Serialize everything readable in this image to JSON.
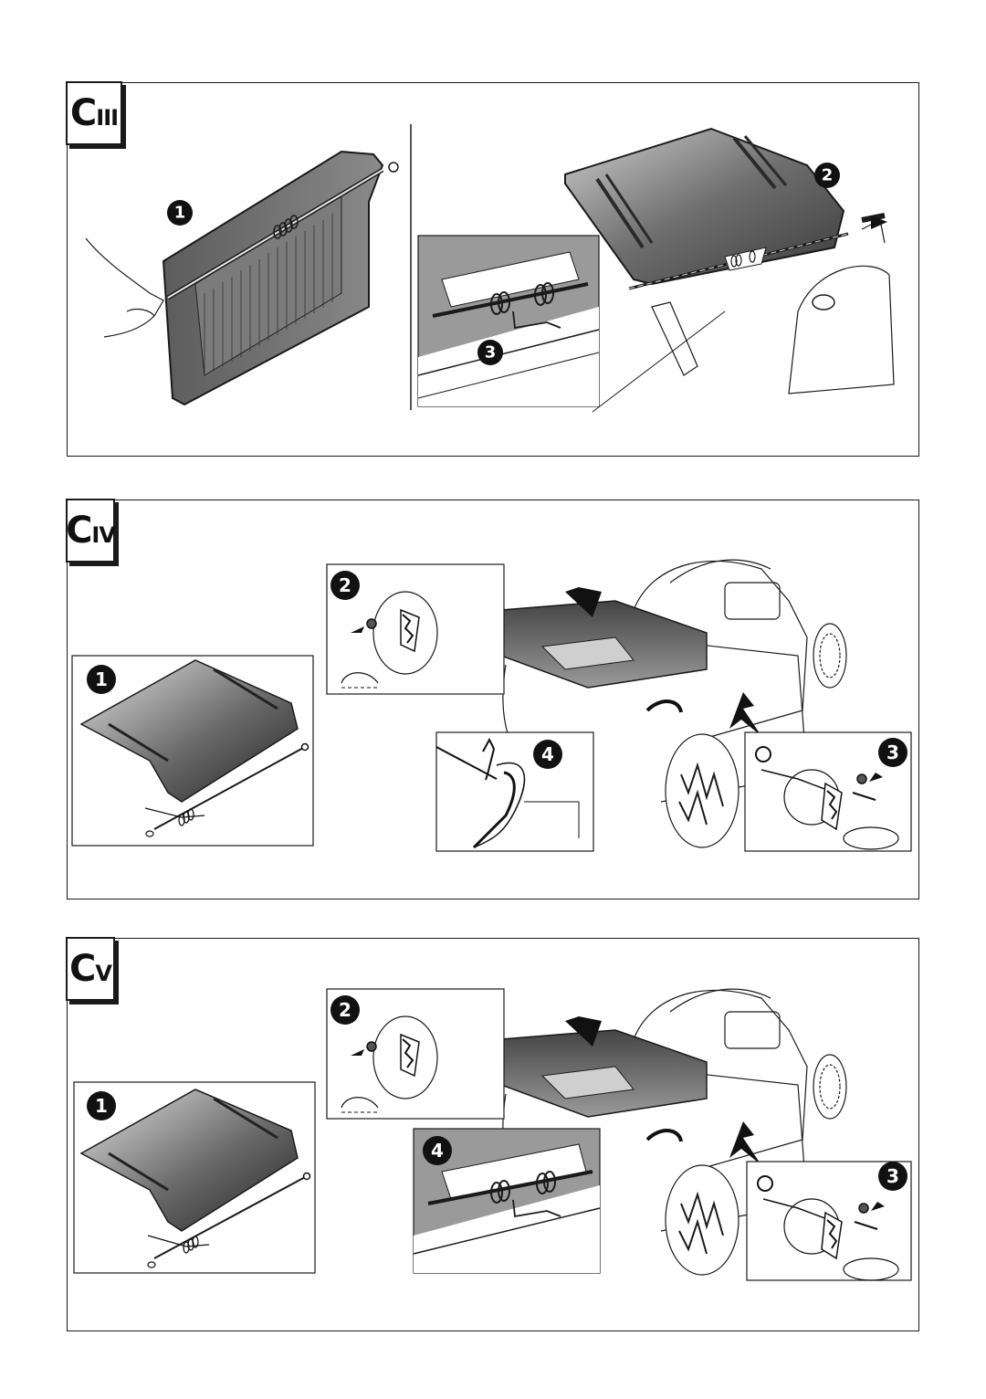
{
  "sections": [
    {
      "id": "c3",
      "label_main": "C",
      "label_sub": "III",
      "steps": [
        "1",
        "2",
        "3"
      ]
    },
    {
      "id": "c4",
      "label_main": "C",
      "label_sub": "IV",
      "steps": [
        "1",
        "2",
        "3",
        "4"
      ]
    },
    {
      "id": "c5",
      "label_main": "C",
      "label_sub": "V",
      "steps": [
        "1",
        "2",
        "3",
        "4"
      ]
    }
  ],
  "colors": {
    "line": "#1a1a1a",
    "flap_dark": "#5a5a5a",
    "flap_light": "#d8d8d8",
    "inset_grey": "#9a9a9a"
  }
}
